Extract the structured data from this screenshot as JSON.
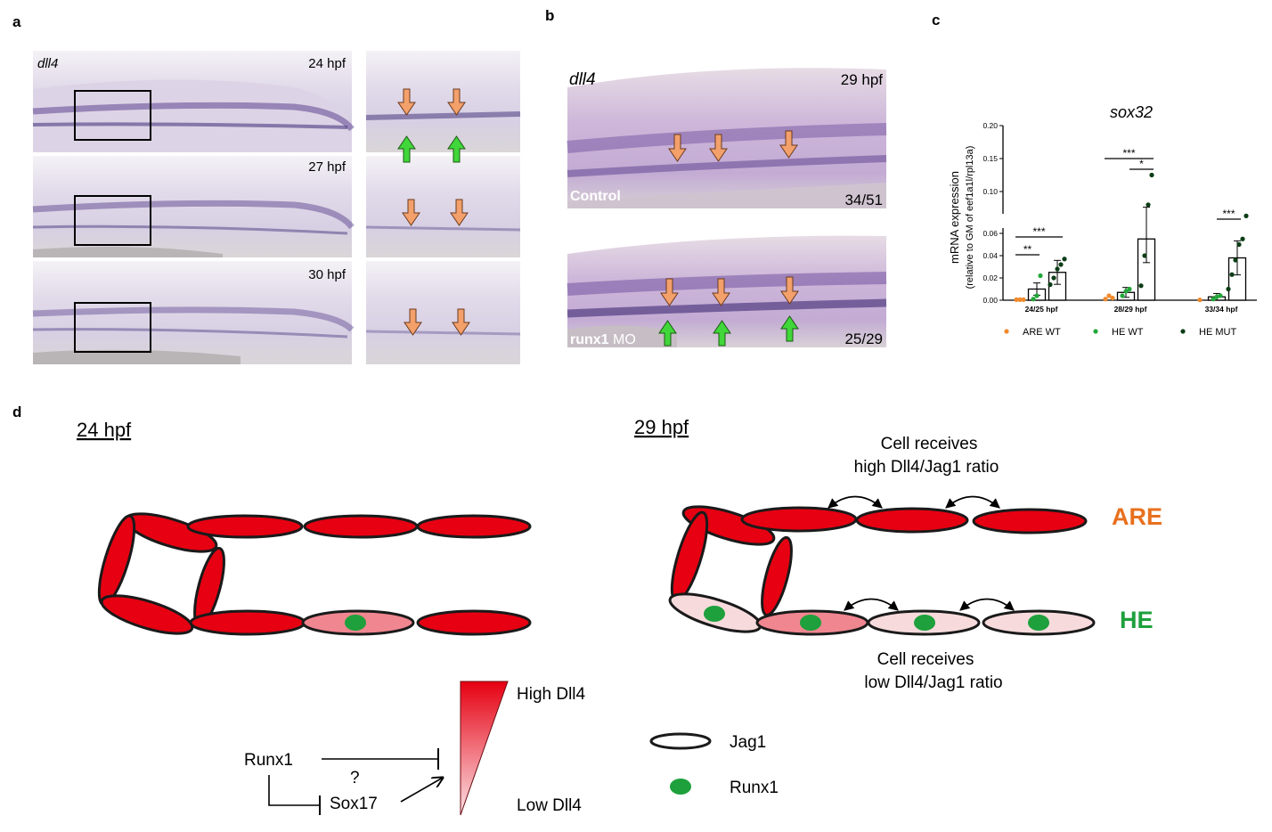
{
  "panels": {
    "a": {
      "letter": "a",
      "gene": "dll4",
      "rows": [
        {
          "stage": "24 hpf"
        },
        {
          "stage": "27 hpf"
        },
        {
          "stage": "30 hpf"
        }
      ]
    },
    "b": {
      "letter": "b",
      "gene": "dll4",
      "stage": "29 hpf",
      "top": {
        "label": "Control",
        "count": "34/51"
      },
      "bottom": {
        "label_bold": "runx1",
        "label_rest": " MO",
        "count": "25/29"
      }
    },
    "c": {
      "letter": "c",
      "chart_data": {
        "type": "bar",
        "title": "sox32",
        "ylabel": "mRNA expression",
        "ylabel2": "(relative to GM of eef1a1l/rpl13a)",
        "categories": [
          "24/25 hpf",
          "28/29 hpf",
          "33/34 hpf"
        ],
        "y_break": true,
        "ylim_lower": [
          0,
          0.06
        ],
        "ylim_upper": [
          0.06,
          0.2
        ],
        "yticks_lower": [
          "0.00",
          "0.02",
          "0.04",
          "0.06"
        ],
        "yticks_upper": [
          "0.10",
          "0.15",
          "0.20"
        ],
        "series": [
          {
            "name": "ARE WT",
            "color": "#f08a2c",
            "means": [
              0.0005,
              0.003,
              0.0003
            ],
            "points": [
              [
                0.0005,
                0.0005,
                0.0005
              ],
              [
                0.001,
                0.004,
                0.002
              ],
              [
                0.0003
              ]
            ]
          },
          {
            "name": "HE WT",
            "color": "#22a83a",
            "means": [
              0.01,
              0.007,
              0.003
            ],
            "points": [
              [
                0.001,
                0.004,
                0.022
              ],
              [
                0.004,
                0.008,
                0.01
              ],
              [
                0.001,
                0.003,
                0.004
              ]
            ]
          },
          {
            "name": "HE MUT",
            "color": "#0b3d16",
            "means": [
              0.025,
              0.055,
              0.038
            ],
            "points": [
              [
                0.014,
                0.02,
                0.028,
                0.032,
                0.037
              ],
              [
                0.013,
                0.04,
                0.08,
                0.125
              ],
              [
                0.01,
                0.023,
                0.036,
                0.05,
                0.055,
                0.063
              ]
            ]
          }
        ],
        "significance": [
          {
            "label": "**",
            "category": "24/25 hpf"
          },
          {
            "label": "***",
            "category": "24/25 hpf"
          },
          {
            "label": "***",
            "category": "28/29 hpf"
          },
          {
            "label": "*",
            "category": "28/29 hpf"
          },
          {
            "label": "***",
            "category": "33/34 hpf"
          }
        ]
      }
    },
    "d": {
      "letter": "d",
      "left_title": "24 hpf",
      "right_title": "29 hpf",
      "high_text": [
        "Cell receives",
        "high Dll4/Jag1 ratio"
      ],
      "low_text": [
        "Cell receives",
        "low Dll4/Jag1 ratio"
      ],
      "are": "ARE",
      "he": "HE",
      "gradient_high": "High Dll4",
      "gradient_low": "Low Dll4",
      "runx1": "Runx1",
      "question": "?",
      "sox17": "Sox17",
      "legend_jag1": "Jag1",
      "legend_runx1": "Runx1",
      "colors": {
        "cell_red": "#e60012",
        "runx1_green": "#1ea03c",
        "are_orange": "#e8701e",
        "he_green": "#1ea03c",
        "arrow_orange": "#f3a06b",
        "arrow_green": "#41d63a",
        "stain_purple": "#6a4a9c"
      }
    }
  }
}
